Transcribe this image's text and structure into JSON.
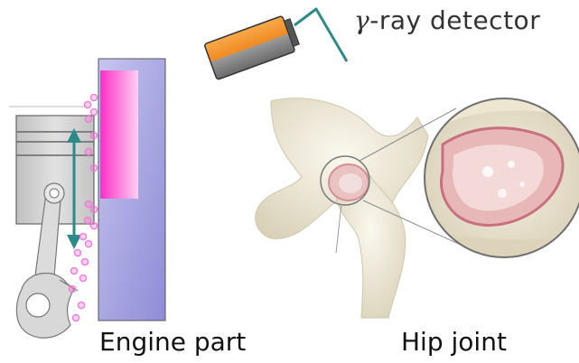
{
  "detector": {
    "symbol": "γ",
    "label": "-ray detector"
  },
  "captions": {
    "engine": "Engine part",
    "hip": "Hip joint"
  },
  "colors": {
    "detector_orange": "#f39a32",
    "detector_gray": "#7d7d7d",
    "detector_stand": "#2e8a8a",
    "wall_violet": "#a9a7e2",
    "wear_band": "#ff33c8",
    "particles": "#f07ad8",
    "piston_gray": "#d2d2d2",
    "stroke_arrow": "#2e8a8a",
    "bone": "#efe9d6",
    "cartilage_pink": "#e9b1b8"
  },
  "icons": [
    "gamma-ray-detector-icon",
    "piston-icon",
    "hip-joint-illustration"
  ]
}
